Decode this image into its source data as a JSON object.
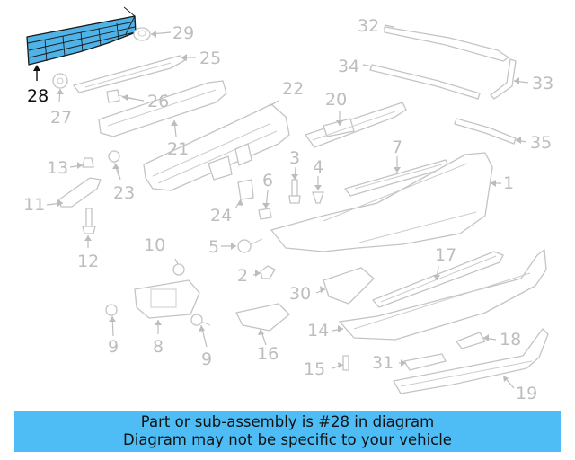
{
  "callouts": {
    "c1": "1",
    "c2": "2",
    "c3": "3",
    "c4": "4",
    "c5": "5",
    "c6": "6",
    "c7": "7",
    "c8": "8",
    "c9a": "9",
    "c9b": "9",
    "c10": "10",
    "c11": "11",
    "c12": "12",
    "c13": "13",
    "c14": "14",
    "c15": "15",
    "c16": "16",
    "c17": "17",
    "c18": "18",
    "c19": "19",
    "c20": "20",
    "c21": "21",
    "c22": "22",
    "c23": "23",
    "c24": "24",
    "c25": "25",
    "c26": "26",
    "c27": "27",
    "c28": "28",
    "c29": "29",
    "c30": "30",
    "c31": "31",
    "c32": "32",
    "c33": "33",
    "c34": "34",
    "c35": "35"
  },
  "highlight": {
    "part_number": "28",
    "color": "#4fb3e8"
  },
  "banner": {
    "line1": "Part or sub-assembly is #28 in diagram",
    "line2": "Diagram may not be specific to your vehicle",
    "background": "#4fbdf5"
  }
}
